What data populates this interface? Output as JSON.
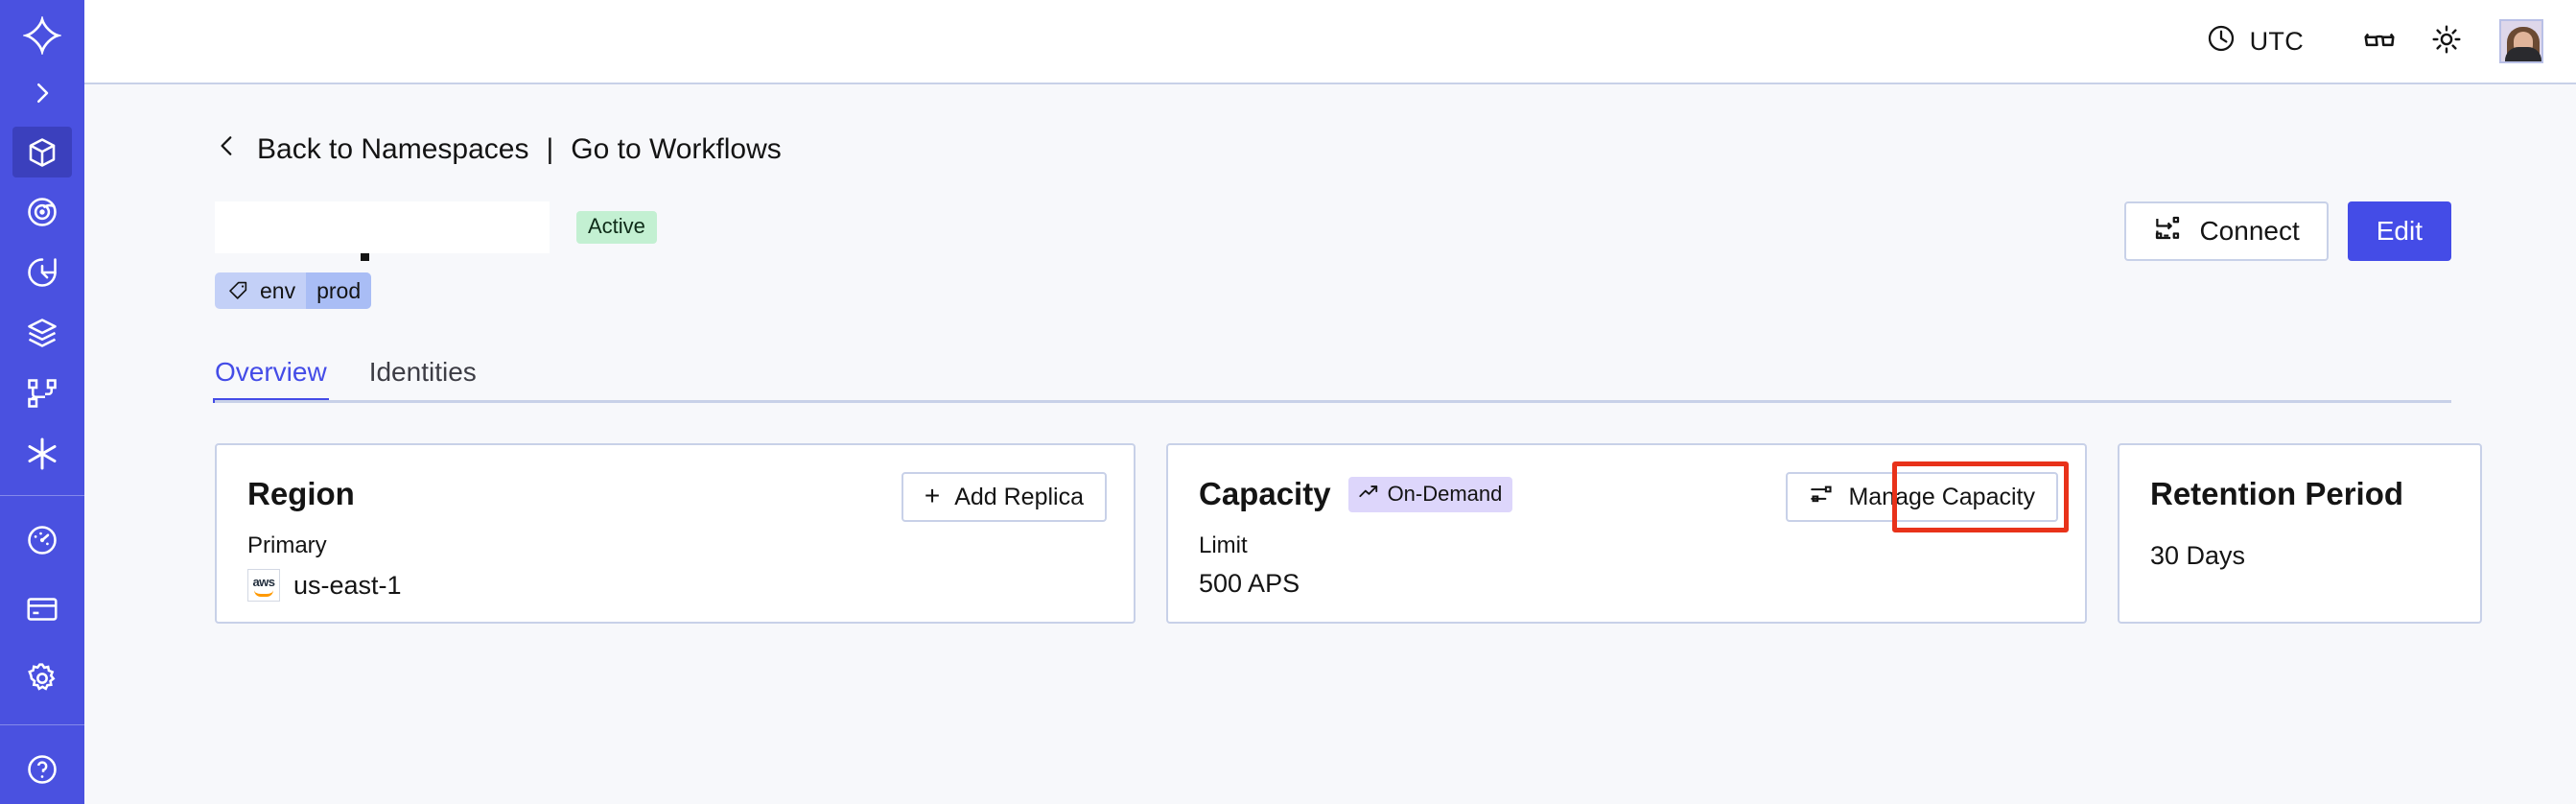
{
  "sidebar": {
    "logo_icon": "temporal-logo-icon",
    "expand_icon": "chevron-right-icon",
    "items": [
      {
        "name": "namespaces",
        "icon": "cube-icon",
        "active": true
      },
      {
        "name": "observability",
        "icon": "eye-spiral-icon",
        "active": false
      },
      {
        "name": "schedules",
        "icon": "timer-icon",
        "active": false
      },
      {
        "name": "batch-operations",
        "icon": "layers-icon",
        "active": false
      },
      {
        "name": "workflows",
        "icon": "workflow-tree-icon",
        "active": false
      },
      {
        "name": "nexus",
        "icon": "asterisk-icon",
        "active": false
      }
    ],
    "bottom_items": [
      {
        "name": "usage",
        "icon": "gauge-icon"
      },
      {
        "name": "billing",
        "icon": "credit-card-icon"
      },
      {
        "name": "settings",
        "icon": "gear-icon"
      }
    ]
  },
  "header": {
    "timezone_label": "UTC",
    "clock_icon": "clock-icon",
    "glasses_icon": "glasses-icon",
    "theme_icon": "sun-icon",
    "avatar_icon": "user-avatar"
  },
  "breadcrumb": {
    "back_icon": "chevron-left-icon",
    "back_label": "Back to Namespaces",
    "separator": "|",
    "forward_label": "Go to Workflows"
  },
  "namespace": {
    "title": "",
    "status": "Active",
    "tag": {
      "icon": "tag-icon",
      "key": "env",
      "value": "prod"
    }
  },
  "toolbar": {
    "connect_label": "Connect",
    "connect_icon": "connect-icon",
    "edit_label": "Edit"
  },
  "tabs": [
    {
      "label": "Overview",
      "active": true
    },
    {
      "label": "Identities",
      "active": false
    }
  ],
  "cards": {
    "region": {
      "title": "Region",
      "button_label": "Add Replica",
      "button_icon": "plus-icon",
      "label": "Primary",
      "provider_icon": "aws-icon",
      "value": "us-east-1"
    },
    "capacity": {
      "title": "Capacity",
      "badge_label": "On-Demand",
      "badge_icon": "trending-up-icon",
      "button_label": "Manage Capacity",
      "button_icon": "sliders-icon",
      "label": "Limit",
      "value": "500 APS",
      "highlight_color": "#e8321a"
    },
    "retention": {
      "title": "Retention Period",
      "value": "30 Days"
    }
  },
  "colors": {
    "sidebar": "#4a51e0",
    "accent": "#444ce7",
    "page_bg": "#f7f8fb",
    "border": "#c8d1e8",
    "status_green": "#c3f0d2",
    "badge_purple": "#ddd6fb",
    "tag_blue": "#c3d0f7",
    "annotation_red": "#e8321a"
  }
}
